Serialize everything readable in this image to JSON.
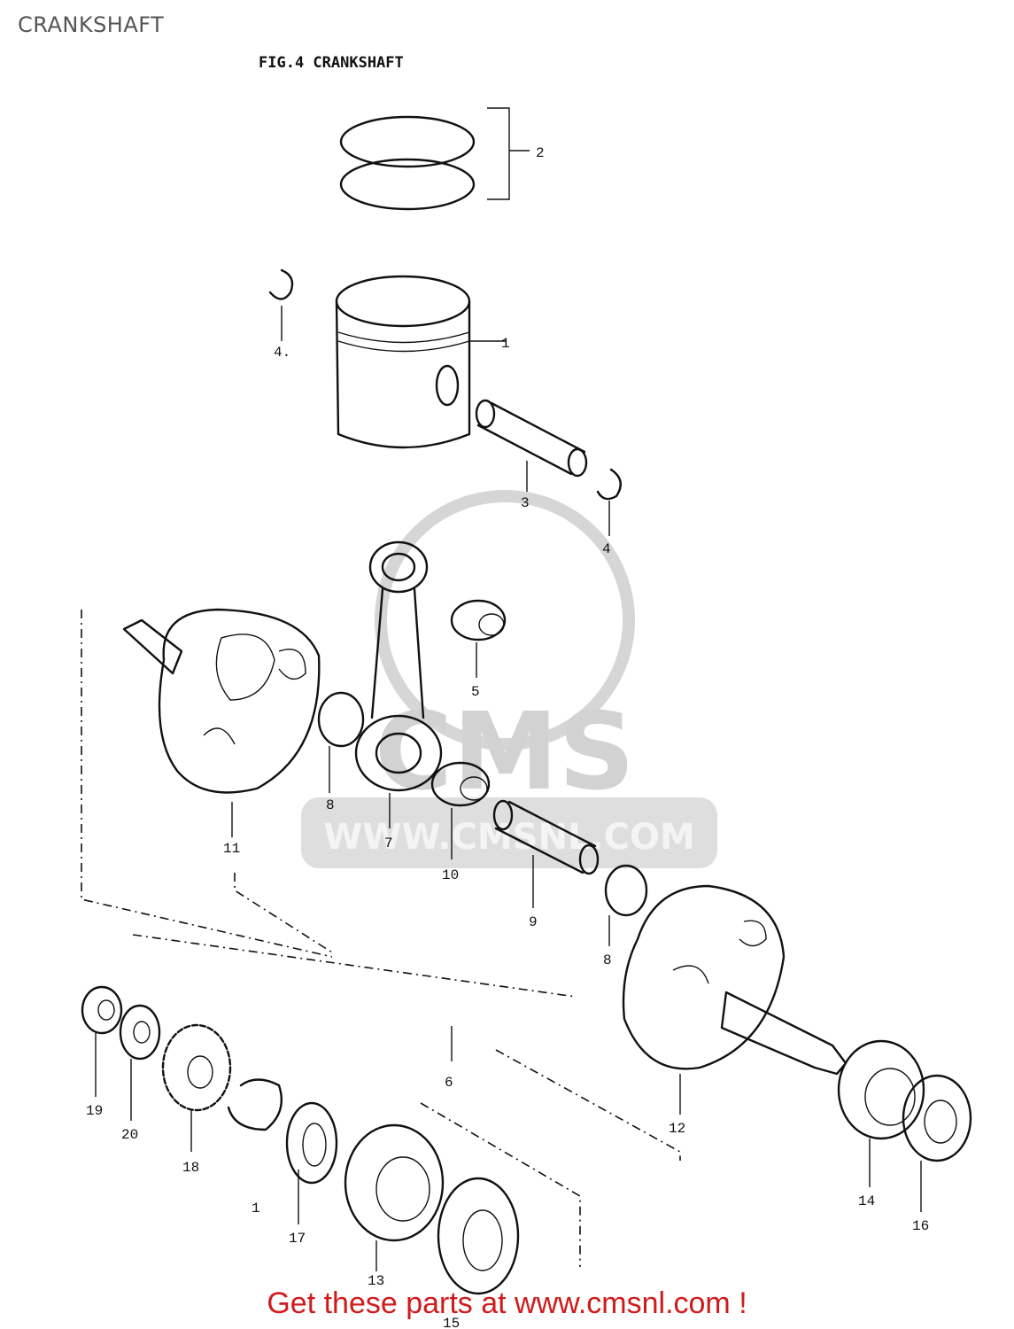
{
  "page": {
    "title": "CRANKSHAFT"
  },
  "figure": {
    "title": "FIG.4  CRANKSHAFT"
  },
  "watermark": {
    "brand": "CMS",
    "site": "WWW.CMSNL.COM"
  },
  "callouts": {
    "c1": "1",
    "c2": "2",
    "c3": "3",
    "c4a": "4.",
    "c4b": "4",
    "c5": "5",
    "c6": "6",
    "c7": "7",
    "c8a": "8",
    "c8b": "8",
    "c9": "9",
    "c10": "10",
    "c11": "11",
    "c12": "12",
    "c13": "13",
    "c14": "14",
    "c15": "15",
    "c16": "16",
    "c17": "17",
    "c18": "18",
    "c19": "19",
    "c20": "20",
    "c1b": "1"
  },
  "footer": {
    "promo": "Get these parts at www.cmsnl.com !"
  },
  "colors": {
    "promo": "#d11a1a",
    "line": "#111111",
    "watermark": "#d6d6d6"
  }
}
